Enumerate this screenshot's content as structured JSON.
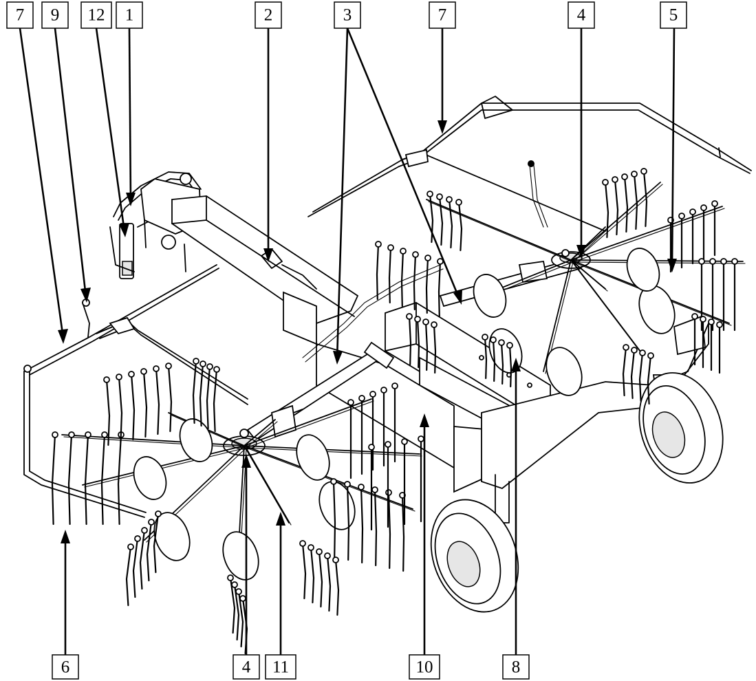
{
  "callouts": [
    {
      "id": "c1",
      "label": "7"
    },
    {
      "id": "c2",
      "label": "9"
    },
    {
      "id": "c3",
      "label": "12"
    },
    {
      "id": "c4",
      "label": "1"
    },
    {
      "id": "c5",
      "label": "2"
    },
    {
      "id": "c6",
      "label": "3"
    },
    {
      "id": "c7",
      "label": "7"
    },
    {
      "id": "c8",
      "label": "4"
    },
    {
      "id": "c9",
      "label": "5"
    },
    {
      "id": "c10",
      "label": "6"
    },
    {
      "id": "c11",
      "label": "4"
    },
    {
      "id": "c12",
      "label": "11"
    },
    {
      "id": "c13",
      "label": "10"
    },
    {
      "id": "c14",
      "label": "8"
    }
  ]
}
